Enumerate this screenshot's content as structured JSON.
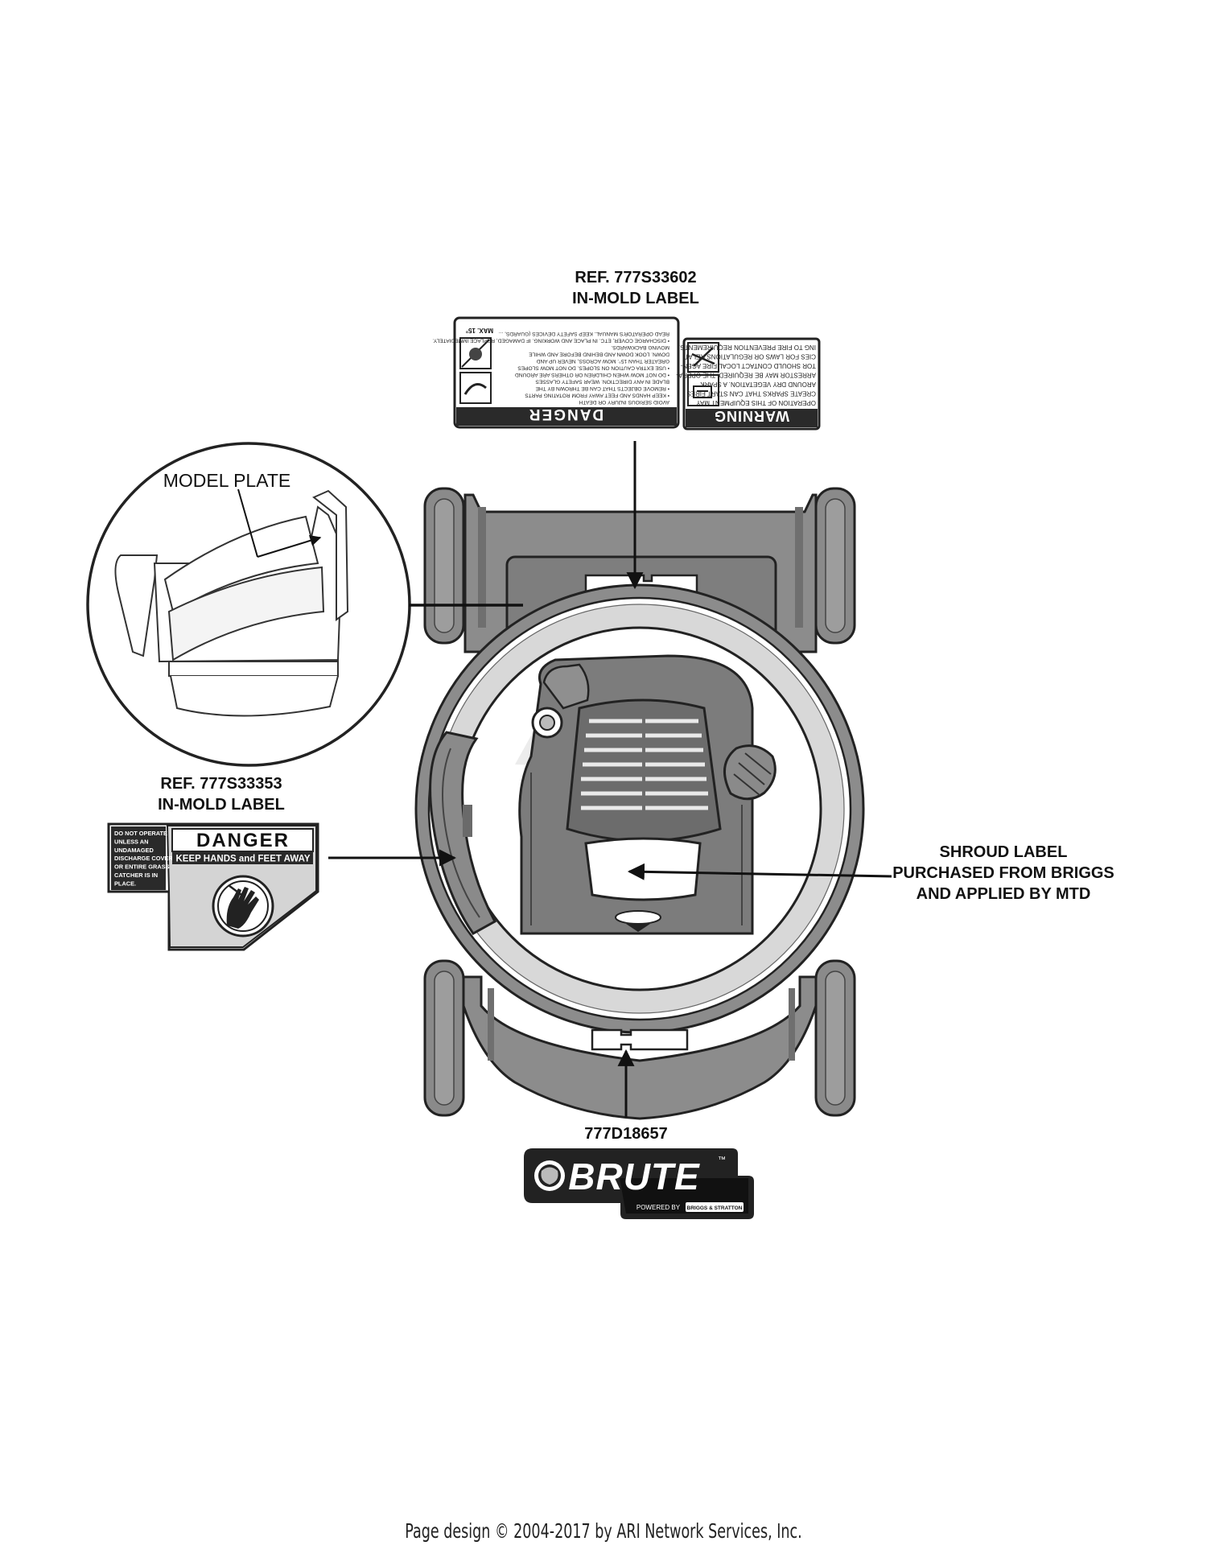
{
  "callouts": {
    "top_label": {
      "ref": "REF. 777S33602",
      "type": "IN-MOLD LABEL"
    },
    "left_label": {
      "ref": "REF. 777S33353",
      "type": "IN-MOLD LABEL"
    },
    "model_plate": "MODEL PLATE",
    "shroud": {
      "title": "SHROUD LABEL",
      "line1": "PURCHASED FROM BRIGGS",
      "line2": "AND APPLIED BY MTD"
    },
    "bottom_label": "777D18657"
  },
  "decals": {
    "danger_banner": "DANGER",
    "warning_banner": "WARNING",
    "left_danger_title": "DANGER",
    "left_danger_sub": "KEEP HANDS and FEET AWAY",
    "left_danger_side": [
      "DO NOT OPERATE",
      "UNLESS AN",
      "UNDAMAGED",
      "DISCHARGE COVER",
      "OR ENTIRE GRASS",
      "CATCHER IS IN",
      "PLACE."
    ],
    "danger_text_upside": [
      "AVOID SERIOUS INJURY OR DEATH",
      "• KEEP HANDS AND FEET AWAY FROM ROTATING PARTS",
      "• REMOVE OBJECTS THAT CAN BE THROWN BY THE",
      "BLADE IN ANY DIRECTION. WEAR SAFETY GLASSES",
      "• DO NOT MOW WHEN CHILDREN OR OTHERS ARE AROUND",
      "• USE EXTRA CAUTION ON SLOPES. DO NOT MOW SLOPES",
      "GREATER THAN 15°. MOW ACROSS, NEVER UP AND",
      "DOWN. LOOK DOWN AND BEHIND BEFORE AND WHILE",
      "MOVING BACKWARDS.",
      "• DISCHARGE COVER, ETC. IN PLACE AND WORKING. IF DAMAGED, REPLACE IMMEDIATELY.",
      "READ OPERATOR'S MANUAL. KEEP SAFETY DEVICES (GUARDS, ..."
    ],
    "danger_max_slope": "MAX. 15°",
    "warning_text_upside": [
      "OPERATION OF THIS EQUIPMENT MAY",
      "CREATE SPARKS THAT CAN START FIRES",
      "AROUND DRY VEGETATION. A SPARK",
      "ARRESTOR MAY BE REQUIRED. THE OPERA-",
      "TOR SHOULD CONTACT LOCAL FIRE AGEN-",
      "CIES FOR LAWS OR REGULATIONS RELAT-",
      "ING TO FIRE PREVENTION REQUIREMENTS."
    ],
    "brand": "BRUTE",
    "brand_tm": "™",
    "brand_powered": "POWERED BY",
    "brand_engine": "BRIGGS & STRATTON"
  },
  "footer": "Page design © 2004-2017 by ARI Network Services, Inc."
}
